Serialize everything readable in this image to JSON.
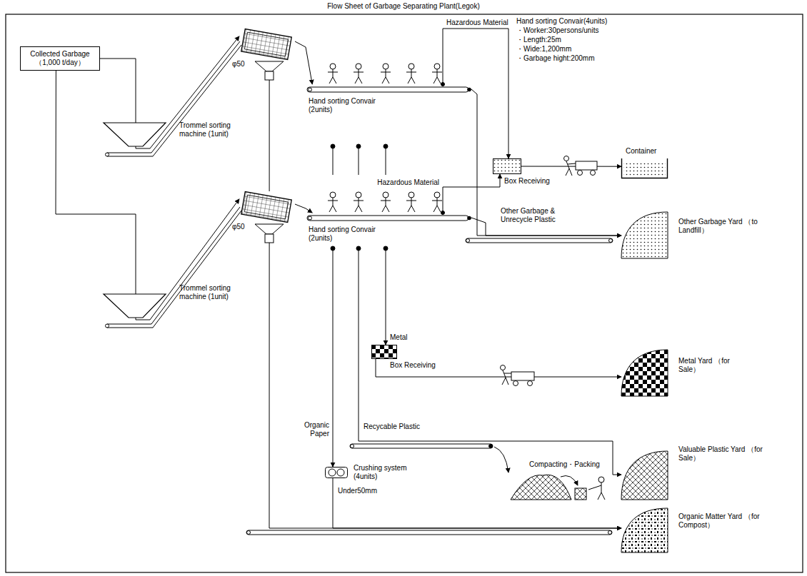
{
  "diagram": {
    "title": "Flow Sheet of Garbage Separating Plant(Legok)",
    "nodes": [
      {
        "text": [
          "Collected Garbage （1,000 t/day）"
        ]
      },
      {
        "text": [
          "φ50",
          "Trommel sorting machine (1unit)"
        ]
      },
      {
        "text": [
          "φ50",
          "Trommel sorting machine (1unit)"
        ]
      },
      {
        "text": [
          "Hand sorting Convair (2units)"
        ]
      },
      {
        "text": [
          "Hand sorting Convair (2units)"
        ]
      },
      {
        "text": [
          "Box Receiving"
        ]
      },
      {
        "text": [
          "Container"
        ]
      },
      {
        "text": [
          "Other Garbage Yard （to Landfill）"
        ]
      },
      {
        "text": [
          "Metal",
          "Box Receiving"
        ]
      },
      {
        "text": [
          "Metal Yard （for Sale）"
        ]
      },
      {
        "text": [
          "Valuable Plastic Yard （for Sale）"
        ]
      },
      {
        "text": [
          "Crushing system (4units)"
        ]
      },
      {
        "text": [
          "Organic Matter Yard （for Compost）"
        ]
      }
    ],
    "edges": [
      {
        "from": 0,
        "to": 1,
        "arrow": "to"
      },
      {
        "from": 0,
        "to": 2,
        "arrow": "to"
      },
      {
        "from": 1,
        "to": 2,
        "arrow": "none"
      },
      {
        "from": 1,
        "to": 3,
        "arrow": "to"
      },
      {
        "from": 2,
        "to": 4,
        "arrow": "to"
      },
      {
        "from": 3,
        "to": 5,
        "arrow": "to"
      },
      {
        "from": 4,
        "to": 5,
        "arrow": "to"
      },
      {
        "from": 5,
        "to": 6,
        "arrow": "to"
      },
      {
        "from": 3,
        "to": 7,
        "arrow": "to"
      },
      {
        "from": 4,
        "to": 7,
        "arrow": "to"
      },
      {
        "from": 4,
        "to": 8,
        "arrow": "to"
      },
      {
        "from": 8,
        "to": 9,
        "arrow": "to"
      },
      {
        "from": 4,
        "to": 10,
        "arrow": "to"
      },
      {
        "from": 4,
        "to": 11,
        "arrow": "to"
      },
      {
        "from": 11,
        "to": 12,
        "arrow": "to"
      },
      {
        "from": 2,
        "to": 12,
        "arrow": "to"
      }
    ],
    "labels": [
      "Hazardous Material",
      "Hand sorting Convair(4units)",
      "・Worker:30persons/units",
      "・Length:25m",
      "・Wide:1,200mm",
      "・Garbage hight:200mm",
      "Hazardous Material",
      "Other Garbage & Unrecycle Plastic",
      "Organic Paper",
      "Recycable Plastic",
      "Compacting・Packing",
      "Under50mm"
    ]
  }
}
